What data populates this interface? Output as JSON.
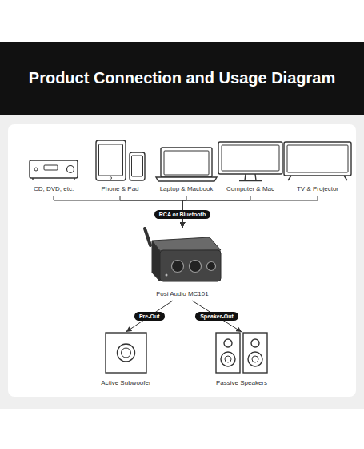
{
  "diagram": {
    "title": "Product Connection and Usage Diagram",
    "nodes": [
      {
        "text": [
          "CD, DVD, etc."
        ]
      },
      {
        "text": [
          "Phone & Pad"
        ]
      },
      {
        "text": [
          "Laptop & Macbook"
        ]
      },
      {
        "text": [
          "Computer & Mac"
        ]
      },
      {
        "text": [
          "TV & Projector"
        ]
      },
      {
        "text": [
          "Fosi Audio MC101"
        ]
      },
      {
        "text": [
          "Active Subwoofer"
        ]
      },
      {
        "text": [
          "Passive Speakers"
        ]
      }
    ],
    "edges": [
      {
        "from": 0,
        "to": 5,
        "arrow": "to"
      },
      {
        "from": 1,
        "to": 5,
        "arrow": "to"
      },
      {
        "from": 2,
        "to": 5,
        "label": "RCA or Bluetooth",
        "arrow": "to"
      },
      {
        "from": 3,
        "to": 5,
        "arrow": "to"
      },
      {
        "from": 4,
        "to": 5,
        "arrow": "to"
      },
      {
        "from": 5,
        "to": 6,
        "label": "Pre-Out",
        "arrow": "to"
      },
      {
        "from": 5,
        "to": 7,
        "label": "Speaker-Out",
        "arrow": "to"
      }
    ]
  }
}
